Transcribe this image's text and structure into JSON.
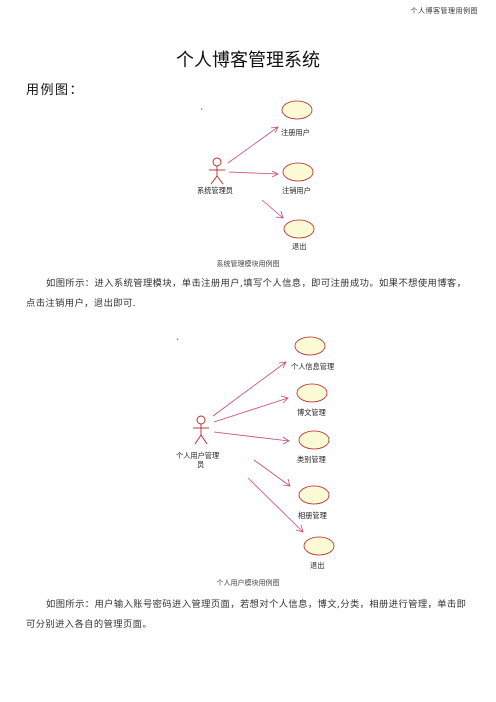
{
  "header": {
    "running_title": "个人博客管理用例图"
  },
  "title": "个人博客管理系统",
  "section_label": "用例图：",
  "diagram1": {
    "actor": "系统管理员",
    "use_cases": [
      "注册用户",
      "注销用户",
      "退出"
    ],
    "caption": "系统管理模块用例图"
  },
  "paragraph1": "如图所示：进入系统管理模块，单击注册用户,填写个人信息，即可注册成功。如果不想使用博客，点击注销用户，退出即可.",
  "diagram2": {
    "actor": "个人用户管理员",
    "use_cases": [
      "个人信息管理",
      "博文管理",
      "类别管理",
      "相册管理",
      "退出"
    ],
    "caption": "个人用户模块用例图"
  },
  "paragraph2": "如图所示：用户输入账号密码进入管理页面，若想对个人信息，博文,分类，相册进行管理，单击即可分别进入各自的管理页面。",
  "colors": {
    "use_case_fill": "#fdfbd6",
    "line": "#b8282d",
    "association": "#c64a6e"
  }
}
